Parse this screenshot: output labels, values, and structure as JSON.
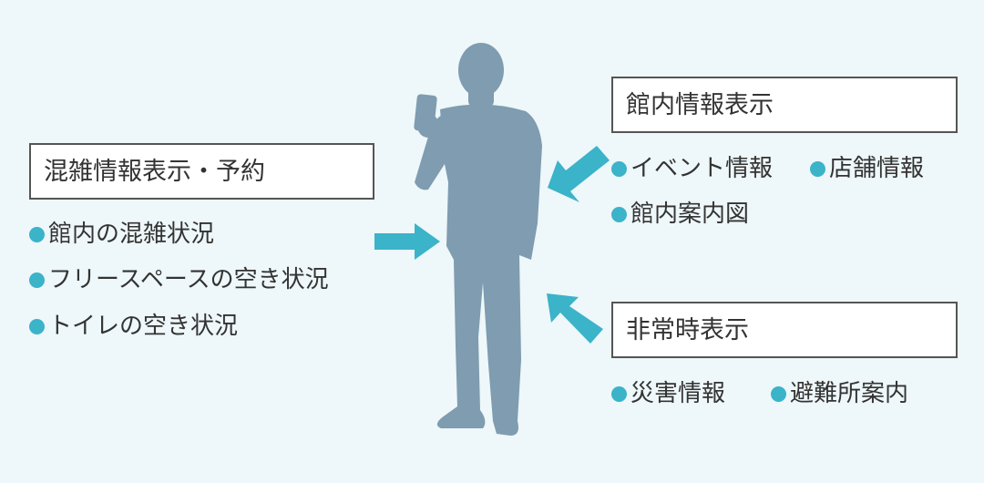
{
  "left_group": {
    "heading": "混雑情報表示・予約",
    "items": [
      "館内の混雑状況",
      "フリースペースの空き状況",
      "トイレの空き状況"
    ]
  },
  "top_right_group": {
    "heading": "館内情報表示",
    "items": [
      "イベント情報",
      "店舗情報",
      "館内案内図"
    ]
  },
  "bottom_right_group": {
    "heading": "非常時表示",
    "items": [
      "災害情報",
      "避難所案内"
    ]
  },
  "colors": {
    "background": "#eef7f9",
    "accent": "#3bb3c9",
    "silhouette": "#7f9cb0",
    "box_border": "#555555"
  }
}
